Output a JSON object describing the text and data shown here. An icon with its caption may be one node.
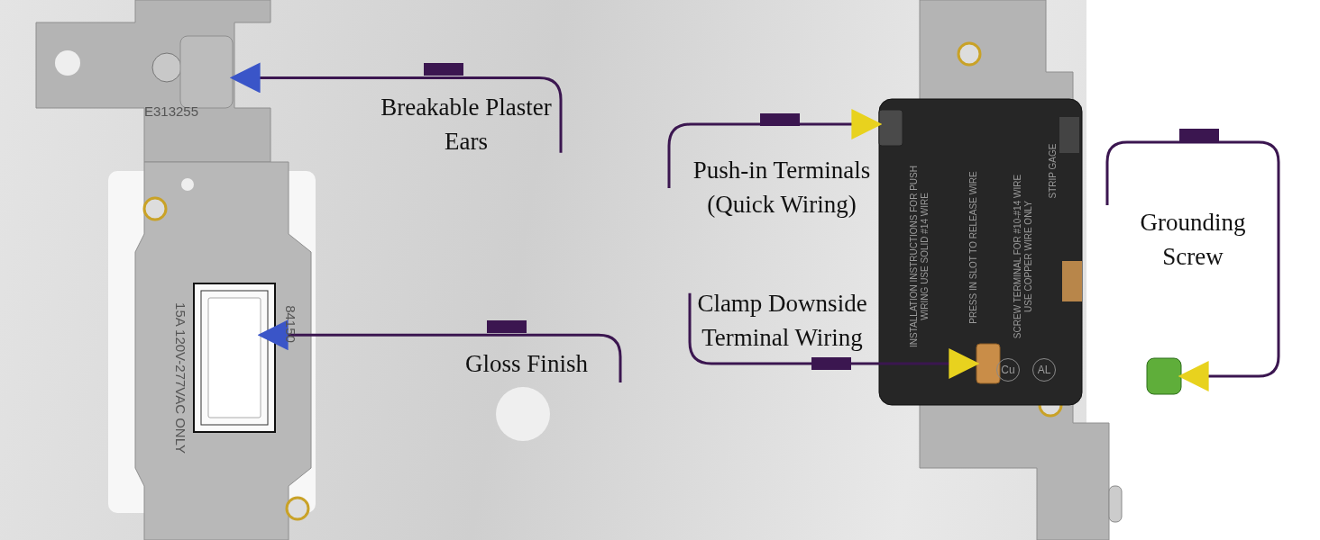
{
  "diagram": {
    "nodes": [
      {
        "text": [
          "Breakable Plaster Ears"
        ]
      },
      {
        "text": [],
        "shape": "box"
      },
      {
        "text": [
          "Gloss Finish"
        ]
      },
      {
        "text": [],
        "shape": "box"
      },
      {
        "text": [
          "Push-in Terminals (Quick Wiring)"
        ]
      },
      {
        "text": [],
        "shape": "box"
      },
      {
        "text": [
          "Clamp Downside Terminal Wiring"
        ]
      },
      {
        "text": [],
        "shape": "box"
      },
      {
        "text": [
          "Grounding Screw"
        ]
      },
      {
        "text": [],
        "shape": "box"
      }
    ],
    "edges": [
      {
        "from": 0,
        "to": 1,
        "arrow": "to"
      },
      {
        "from": 2,
        "to": 3,
        "arrow": "to"
      },
      {
        "from": 4,
        "to": 5,
        "arrow": "to"
      },
      {
        "from": 6,
        "to": 7,
        "arrow": "to"
      },
      {
        "from": 8,
        "to": 9,
        "arrow": "to"
      }
    ],
    "labels": [
      "E313255",
      "15A 120V-277VAC ONLY",
      "84150",
      "STRIP GAGE",
      "INSTALLATION INSTRUCTIONS FOR PUSH WIRING USE SOLID #14 WIRE",
      "PRESS IN SLOT TO RELEASE WIRE",
      "SCREW TERMINAL FOR #10-#14 WIRE USE COPPER WIRE ONLY",
      "Cu",
      "AL"
    ]
  }
}
